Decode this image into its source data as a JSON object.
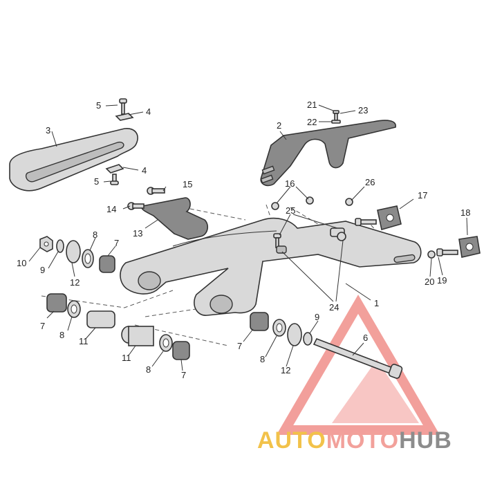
{
  "watermark": {
    "auto": "AUTO",
    "moto": "MOTO",
    "hub": "HUB",
    "colors": {
      "auto": "#f2c24a",
      "moto": "#f2a19b",
      "hub": "#8c8c8c",
      "triangle": "#f08f8a"
    }
  },
  "callouts": {
    "c1": "1",
    "c2": "2",
    "c3": "3",
    "c4a": "4",
    "c4b": "4",
    "c5a": "5",
    "c5b": "5",
    "c6": "6",
    "c7a": "7",
    "c7b": "7",
    "c7c": "7",
    "c7d": "7",
    "c8a": "8",
    "c8b": "8",
    "c8c": "8",
    "c8d": "8",
    "c9a": "9",
    "c9b": "9",
    "c10": "10",
    "c11a": "11",
    "c11b": "11",
    "c12a": "12",
    "c12b": "12",
    "c13": "13",
    "c14": "14",
    "c15": "15",
    "c16": "16",
    "c17": "17",
    "c18": "18",
    "c19": "19",
    "c20": "20",
    "c21": "21",
    "c22": "22",
    "c23": "23",
    "c24": "24",
    "c25": "25",
    "c26": "26"
  }
}
